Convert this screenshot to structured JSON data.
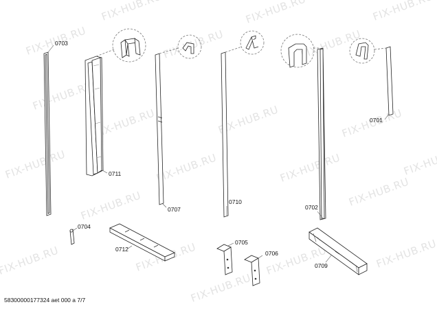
{
  "watermark": "FIX-HUB.RU",
  "labels": {
    "p0703": "0703",
    "p0711": "0711",
    "p0707": "0707",
    "p0710": "0710",
    "p0702": "0702",
    "p0701": "0701",
    "p0704": "0704",
    "p0712": "0712",
    "p0705": "0705",
    "p0706": "0706",
    "p0709": "0709"
  },
  "footer": "58300000177324 aet 000 a 7/7"
}
